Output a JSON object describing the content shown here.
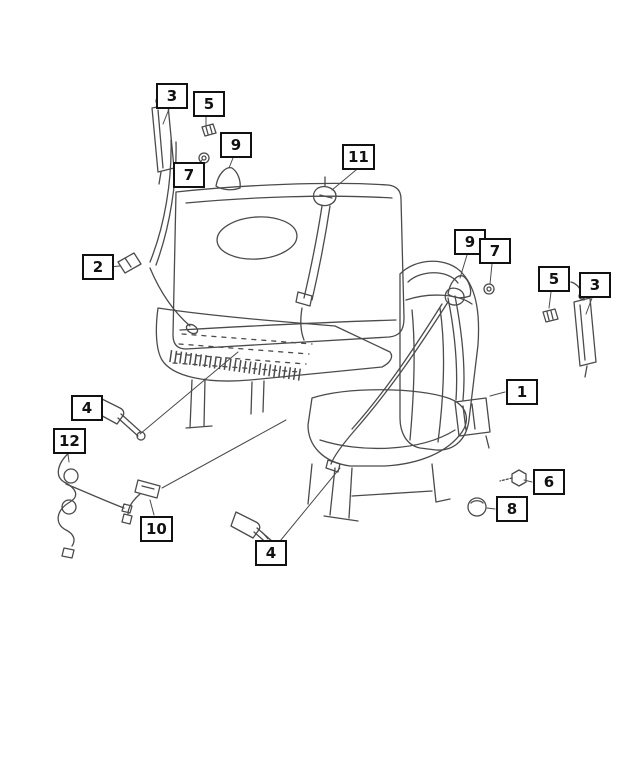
{
  "diagram": {
    "background_color": "#ffffff",
    "line_color": "#4b4b4b",
    "callout_border_color": "#111111",
    "callouts": [
      {
        "label": "3"
      },
      {
        "label": "5"
      },
      {
        "label": "9"
      },
      {
        "label": "7"
      },
      {
        "label": "11"
      },
      {
        "label": "2"
      },
      {
        "label": "9"
      },
      {
        "label": "7"
      },
      {
        "label": "5"
      },
      {
        "label": "3"
      },
      {
        "label": "1"
      },
      {
        "label": "4"
      },
      {
        "label": "12"
      },
      {
        "label": "6"
      },
      {
        "label": "8"
      },
      {
        "label": "10"
      },
      {
        "label": "4"
      }
    ]
  }
}
